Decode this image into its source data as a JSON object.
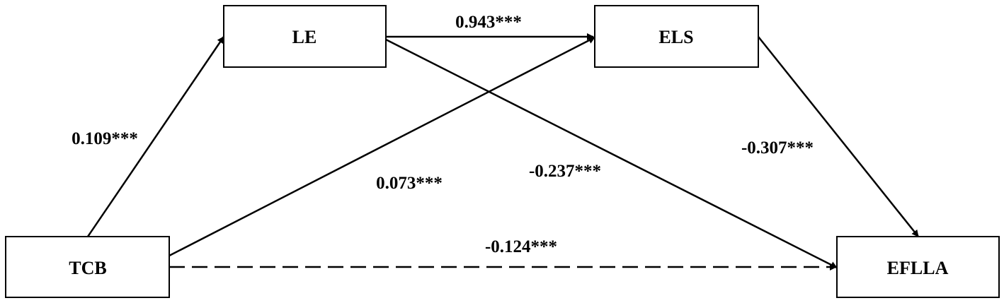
{
  "nodes": {
    "le": "LE",
    "els": "ELS",
    "tcb": "TCB",
    "eflla": "EFLLA"
  },
  "paths": {
    "le_to_els": "0.943***",
    "tcb_to_le": "0.109***",
    "tcb_to_els": "0.073***",
    "le_to_eflla": "-0.237***",
    "els_to_eflla": "-0.307***",
    "tcb_to_eflla": "-0.124***"
  },
  "colors": {
    "stroke": "#000000",
    "background": "#ffffff"
  }
}
